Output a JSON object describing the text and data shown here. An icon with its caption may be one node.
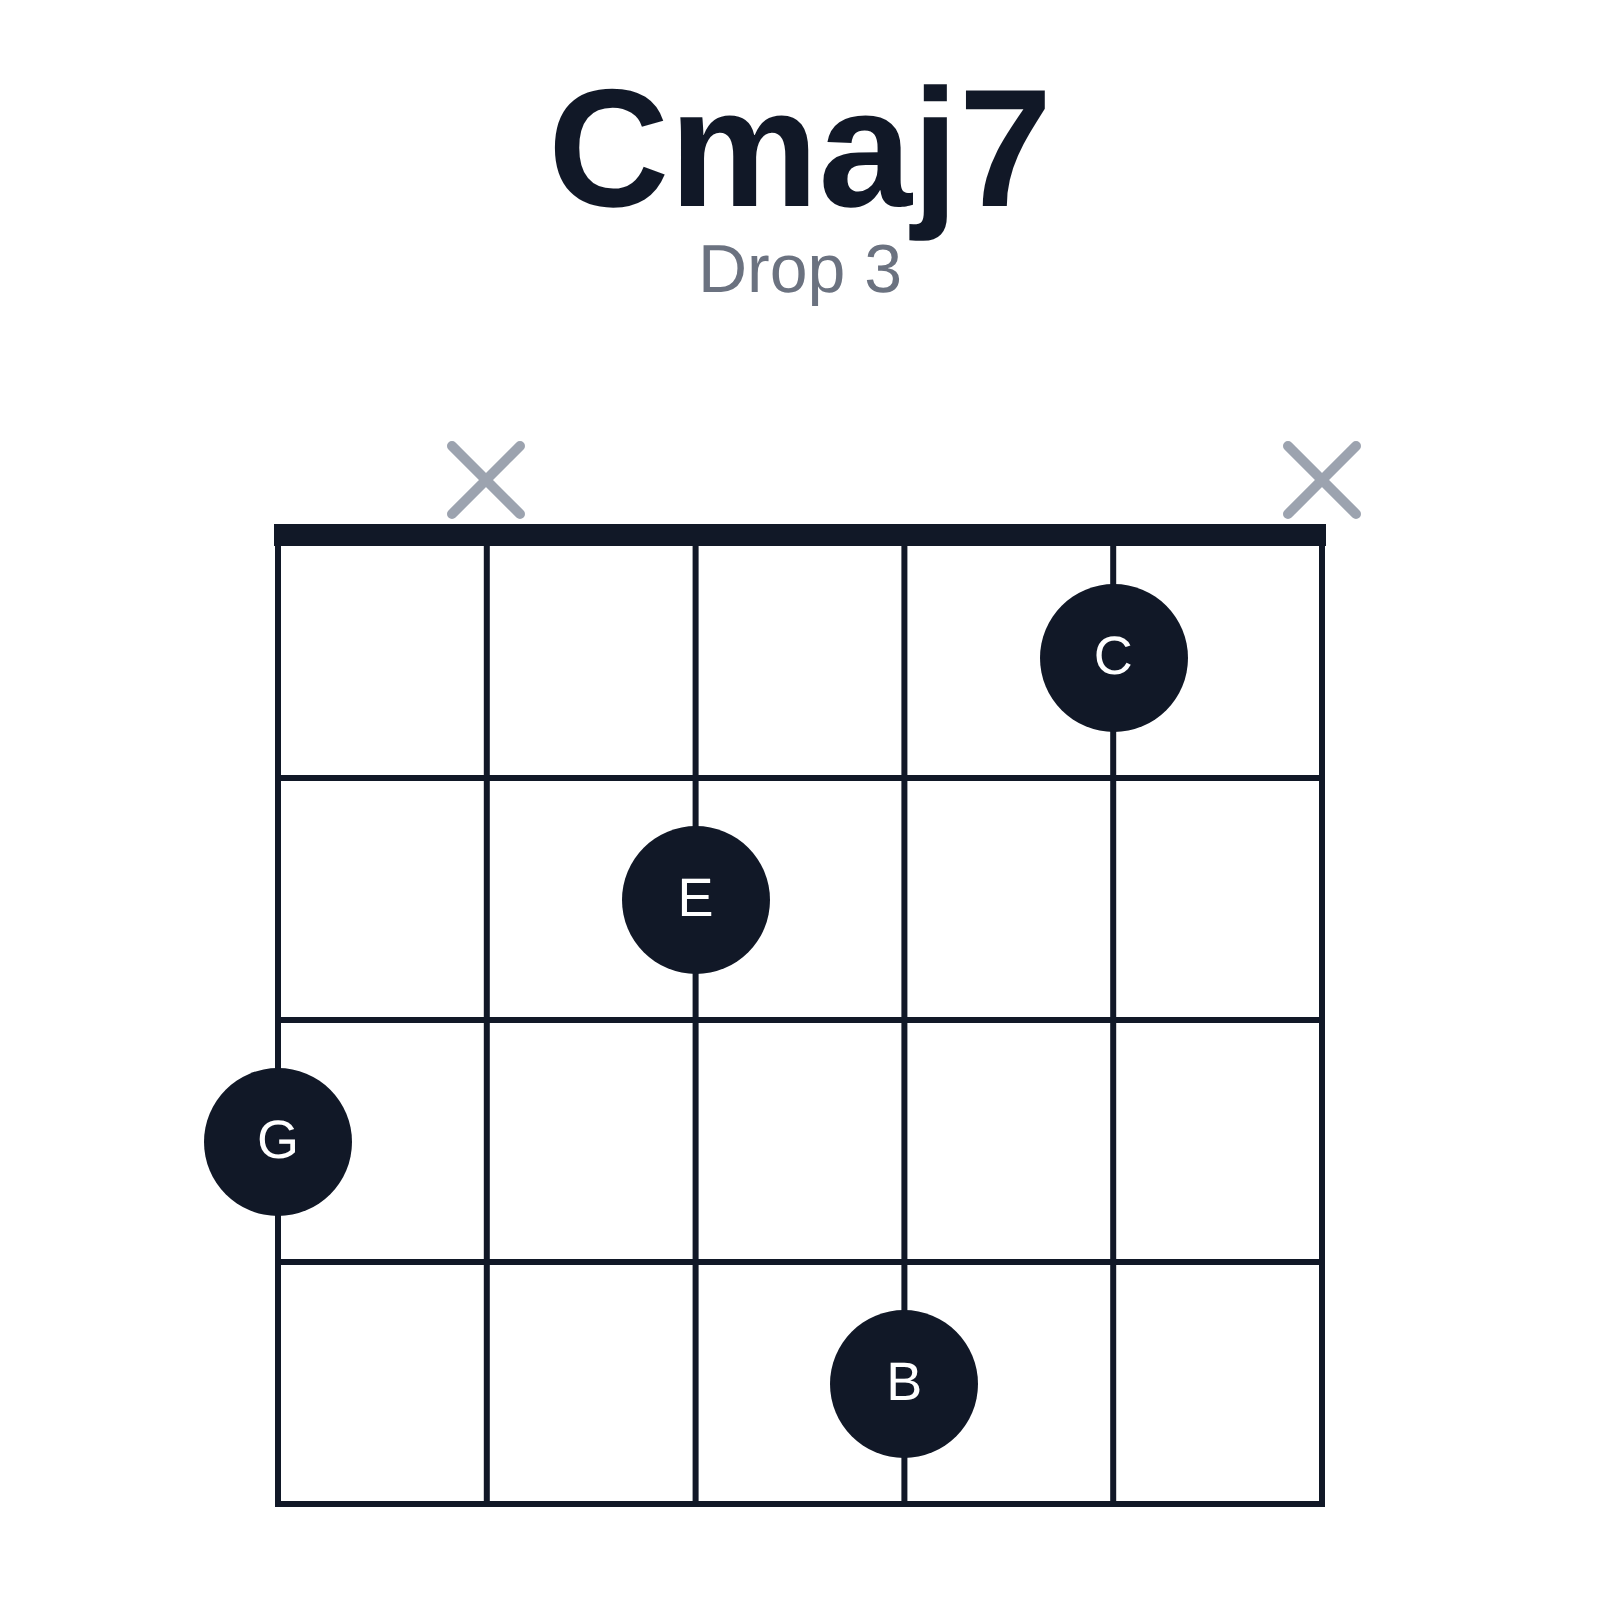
{
  "diagram": {
    "title": "Cmaj7",
    "nodes": [
      {
        "text": [
          "C"
        ]
      },
      {
        "text": [
          "E"
        ]
      },
      {
        "text": [
          "G"
        ]
      },
      {
        "text": [
          "B"
        ]
      }
    ],
    "labels": [
      "Drop 3"
    ]
  }
}
